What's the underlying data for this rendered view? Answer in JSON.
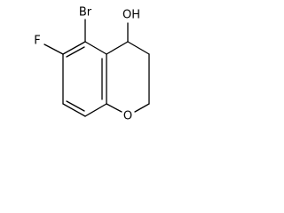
{
  "molecule": {
    "labels": {
      "br": "Br",
      "oh": "OH",
      "f": "F",
      "o": "O"
    },
    "colors": {
      "bond": "#000000",
      "label": "#000000",
      "background": "#ffffff"
    }
  }
}
